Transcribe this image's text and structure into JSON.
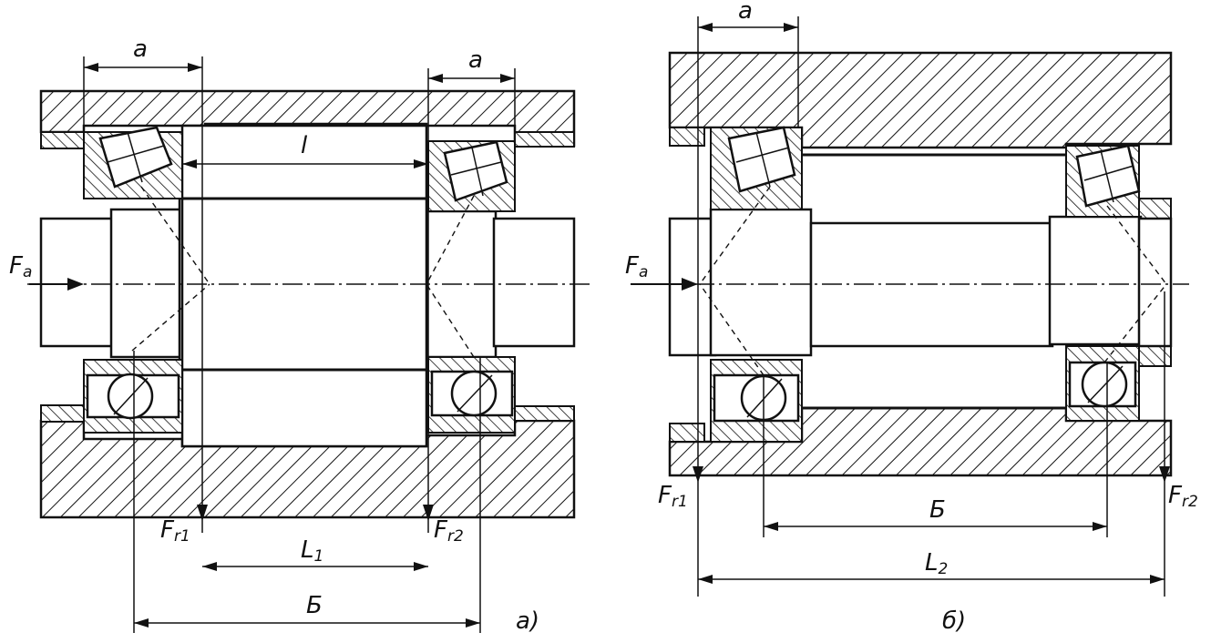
{
  "figure_a": {
    "dim_a_left": "a",
    "dim_a_right": "a",
    "dim_l": "l",
    "force_axial": "F",
    "force_axial_sub": "a",
    "force_r1": "F",
    "force_r1_sub": "r1",
    "force_r2": "F",
    "force_r2_sub": "r2",
    "dim_L1": "L",
    "dim_L1_sub": "1",
    "dim_B": "Б",
    "caption": "а)"
  },
  "figure_b": {
    "dim_a": "a",
    "force_axial": "F",
    "force_axial_sub": "a",
    "force_r1": "F",
    "force_r1_sub": "r1",
    "force_r2": "F",
    "force_r2_sub": "r2",
    "dim_B": "Б",
    "dim_L2": "L",
    "dim_L2_sub": "2",
    "caption": "б)"
  }
}
